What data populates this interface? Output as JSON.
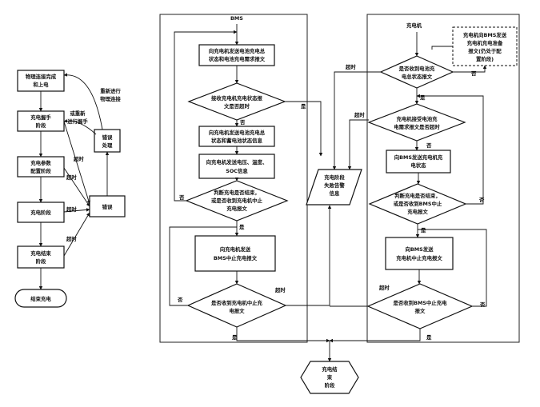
{
  "left": {
    "physical_connect": [
      "物理连接完成",
      "和上电"
    ],
    "handshake": [
      "充电握手",
      "阶段"
    ],
    "param_config": [
      "充电参数",
      "配置阶段"
    ],
    "charging": "充电阶段",
    "charge_end": [
      "充电结束",
      "阶段"
    ],
    "end_charge": "结束充电",
    "error_handling": [
      "错误",
      "处理"
    ],
    "error": "错误",
    "reconnect": [
      "重新进行",
      "物理连接"
    ],
    "rehandshake": [
      "或重新",
      "进行握手"
    ],
    "timeout": "超时"
  },
  "bms": {
    "title": "BMS",
    "send_status": [
      "向充电机发送电池充电总",
      "状态和电池充电需求报文"
    ],
    "receive_check": [
      "接收充电机充电状态报",
      "文是否超时"
    ],
    "send_sensor": [
      "向充电机发送电池充电总",
      "状态和蓄电池状态信息"
    ],
    "send_voltage": [
      "向充电机发送电压、温度、",
      "SOC信息"
    ],
    "judge_end": [
      "判断充电是否结束，",
      "或是否收到充电机中止",
      "充电报文"
    ],
    "send_stop": [
      "向充电机发送",
      "BMS中止充电报文"
    ],
    "receive_stop": [
      "是否收到充电机中止充",
      "电报文"
    ]
  },
  "charger": {
    "title": "充电机",
    "dashed_note": [
      "充电机向BMS发送",
      "充电机充电准备",
      "报文(仍处于配",
      "置阶段)"
    ],
    "received_status": [
      "是否收到电池充",
      "电总状态报文"
    ],
    "accept_check": [
      "充电机接受电池充",
      "电需求报文是否超时"
    ],
    "send_status": [
      "向BMS发送充电机充",
      "电状态"
    ],
    "judge_end": [
      "判断充电是否结束，",
      "或是否收到BMS中止",
      "充电报文"
    ],
    "send_stop": [
      "向BMS发送",
      "充电机中止充电报文"
    ],
    "receive_stop": [
      "是否收到BMS中止充电",
      "报文"
    ]
  },
  "center": {
    "fault": [
      "充电阶段",
      "失败告警",
      "信息"
    ],
    "finish": [
      "充电结",
      "束",
      "阶段"
    ]
  },
  "labels": {
    "yes": "是",
    "no": "否",
    "timeout": "超时"
  }
}
